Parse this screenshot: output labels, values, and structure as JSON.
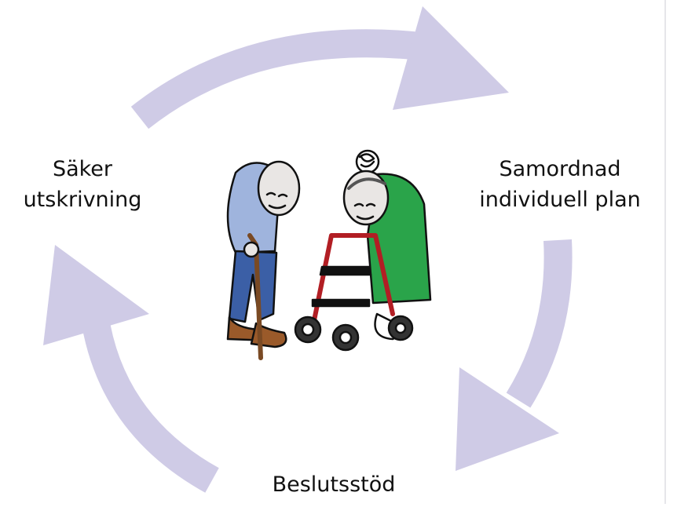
{
  "diagram": {
    "labels": {
      "left": [
        "Säker",
        "utskrivning"
      ],
      "right": [
        "Samordnad",
        "individuell plan"
      ],
      "bottom": "Beslutsstöd"
    },
    "arrow_color": "#cfcbe6",
    "illustration": {
      "figures": [
        "elderly-man-with-cane",
        "elderly-woman-with-walker"
      ]
    }
  }
}
